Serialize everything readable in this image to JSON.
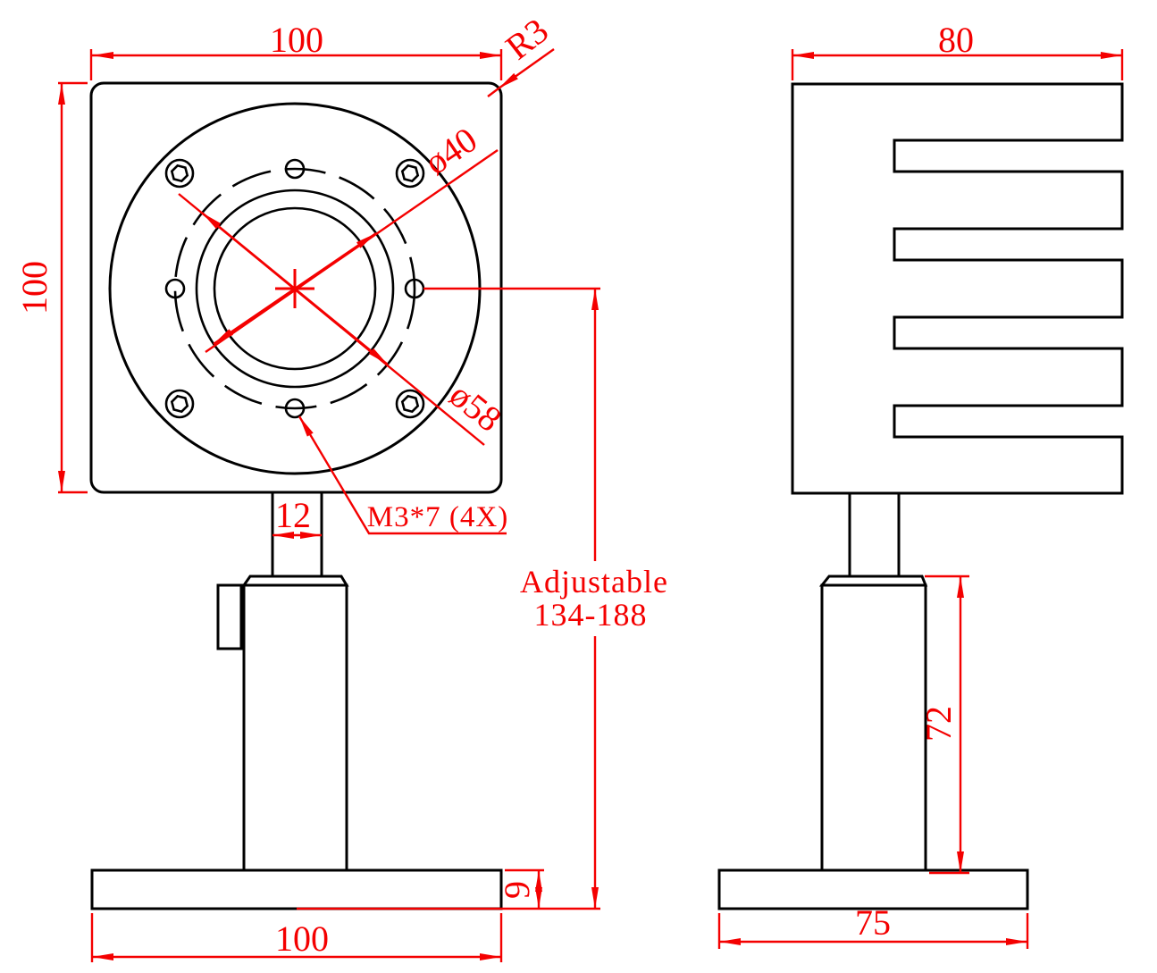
{
  "colors": {
    "outline": "#000000",
    "dimension": "#f40000",
    "background": "#ffffff"
  },
  "front_view": {
    "width_label": "100",
    "height_label": "100",
    "corner_radius_label": "R3",
    "aperture_label": "ø40",
    "bolt_circle_label": "ø58",
    "thread_label": "M3*7 (4X)",
    "stem_width_label": "12",
    "base_thickness_label": "9",
    "base_width_label": "100"
  },
  "side_view": {
    "width_label": "80",
    "post_height_label": "72",
    "base_width_label": "75"
  },
  "height_range": {
    "line1": "Adjustable",
    "line2": "134-188"
  }
}
